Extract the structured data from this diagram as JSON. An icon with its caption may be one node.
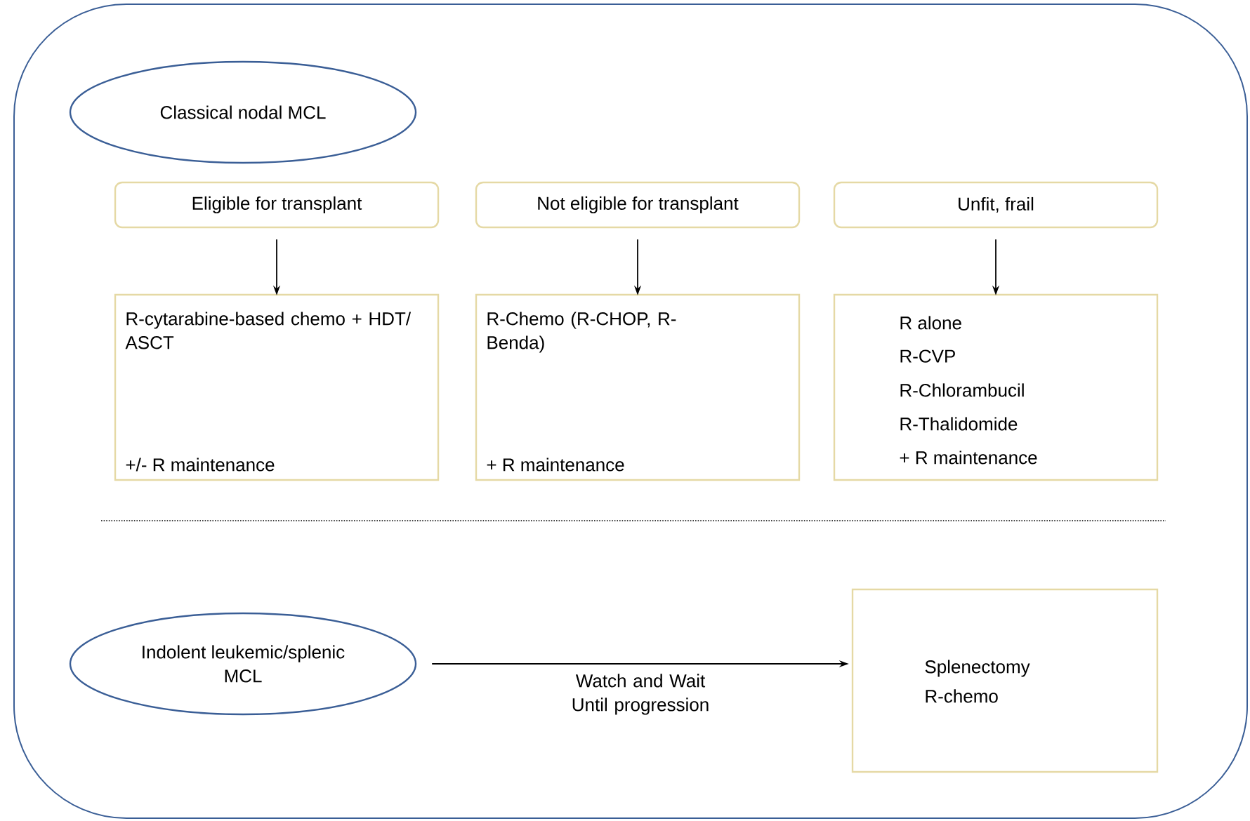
{
  "diagram": {
    "nodes": [
      {
        "text": [
          "Classical nodal MCL"
        ]
      },
      {
        "text": [
          "Eligible for transplant"
        ]
      },
      {
        "text": [
          "Not eligible for transplant"
        ]
      },
      {
        "text": [
          "Unfit, frail"
        ]
      },
      {
        "text": [
          "R-cytarabine-based chemo + HDT/ ASCT",
          "+/- R maintenance"
        ]
      },
      {
        "text": [
          "R-Chemo (R-CHOP, R-Benda)",
          "+ R maintenance"
        ]
      },
      {
        "text": [
          "R alone",
          "R-CVP",
          "R-Chlorambucil",
          "R-Thalidomide",
          "+ R maintenance"
        ]
      },
      {
        "text": [
          "Indolent leukemic/splenic MCL"
        ]
      },
      {
        "text": [
          "Splenectomy",
          "R-chemo"
        ]
      }
    ],
    "edges": [
      {
        "from": 1,
        "to": 4,
        "arrow": "to"
      },
      {
        "from": 2,
        "to": 5,
        "arrow": "to"
      },
      {
        "from": 3,
        "to": 6,
        "arrow": "to"
      },
      {
        "from": 7,
        "to": 8,
        "arrow": "to",
        "label": "Watch and Wait Until progression"
      }
    ]
  }
}
